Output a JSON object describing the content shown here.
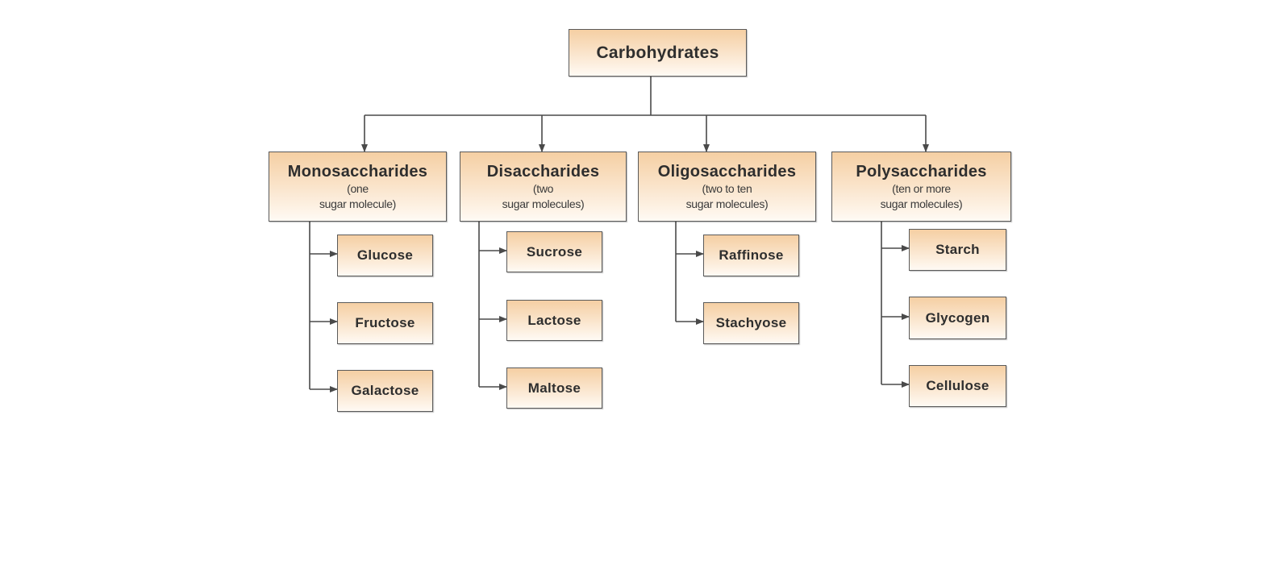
{
  "diagram": {
    "root": {
      "label": "Carbohydrates"
    },
    "categories": [
      {
        "label": "Monosaccharides",
        "desc_line1": "(one",
        "desc_line2": "sugar molecule)",
        "children": [
          "Glucose",
          "Fructose",
          "Galactose"
        ]
      },
      {
        "label": "Disaccharides",
        "desc_line1": "(two",
        "desc_line2": "sugar molecules)",
        "children": [
          "Sucrose",
          "Lactose",
          "Maltose"
        ]
      },
      {
        "label": "Oligosaccharides",
        "desc_line1": "(two to ten",
        "desc_line2": "sugar molecules)",
        "children": [
          "Raffinose",
          "Stachyose"
        ]
      },
      {
        "label": "Polysaccharides",
        "desc_line1": "(ten or more",
        "desc_line2": "sugar molecules)",
        "children": [
          "Starch",
          "Glycogen",
          "Cellulose"
        ]
      }
    ]
  },
  "colors": {
    "box_fill_top": "#f5cfa3",
    "box_fill_bottom": "#fffaf4",
    "border": "#5a5a5a",
    "connector": "#4a4a4a",
    "text": "#2e2e2e"
  }
}
